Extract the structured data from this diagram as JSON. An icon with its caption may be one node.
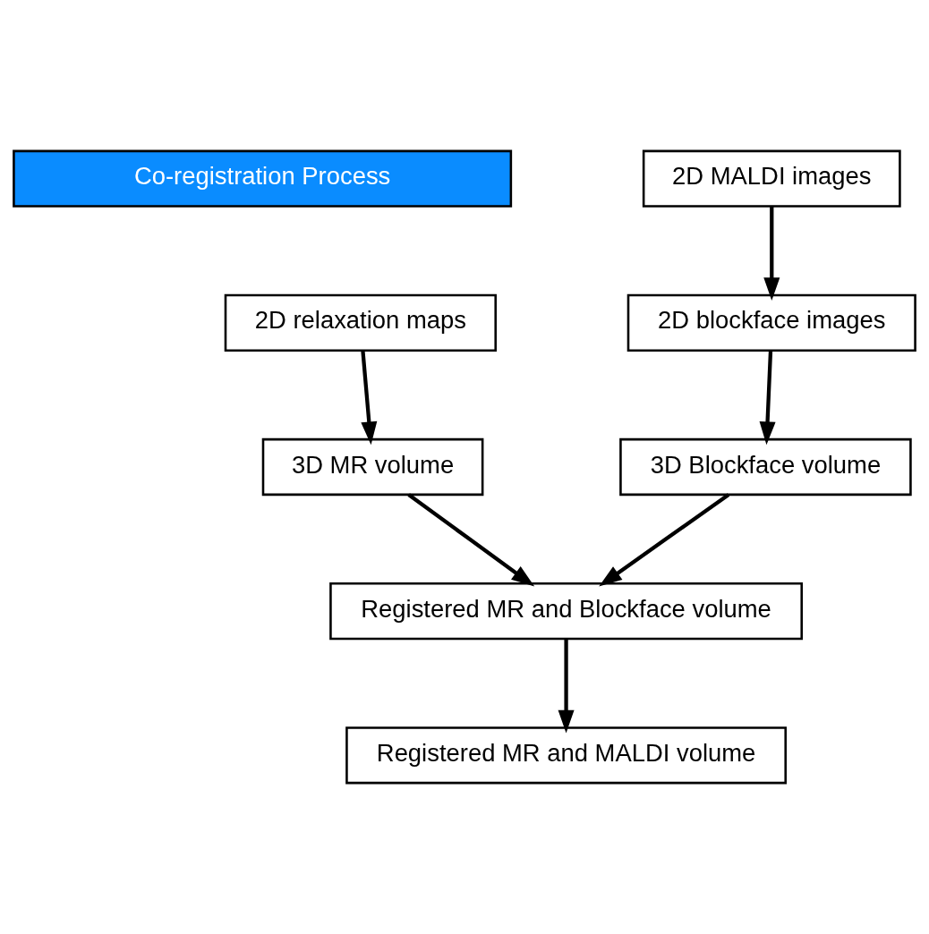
{
  "diagram": {
    "nodes": [
      {
        "text": [
          "Co-registration Process"
        ]
      },
      {
        "text": [
          "2D relaxation maps"
        ]
      },
      {
        "text": [
          "2D MALDI images"
        ]
      },
      {
        "text": [
          "2D blockface images"
        ]
      },
      {
        "text": [
          "3D MR volume"
        ]
      },
      {
        "text": [
          "3D Blockface volume"
        ]
      },
      {
        "text": [
          "Registered MR and Blockface volume"
        ]
      },
      {
        "text": [
          "Registered MR and MALDI volume"
        ]
      }
    ],
    "edges": [
      {
        "from": 1,
        "to": 4,
        "arrow": "to"
      },
      {
        "from": 2,
        "to": 3,
        "arrow": "to"
      },
      {
        "from": 3,
        "to": 5,
        "arrow": "to"
      },
      {
        "from": 4,
        "to": 6,
        "arrow": "to"
      },
      {
        "from": 5,
        "to": 6,
        "arrow": "to"
      },
      {
        "from": 6,
        "to": 7,
        "arrow": "to"
      }
    ]
  }
}
